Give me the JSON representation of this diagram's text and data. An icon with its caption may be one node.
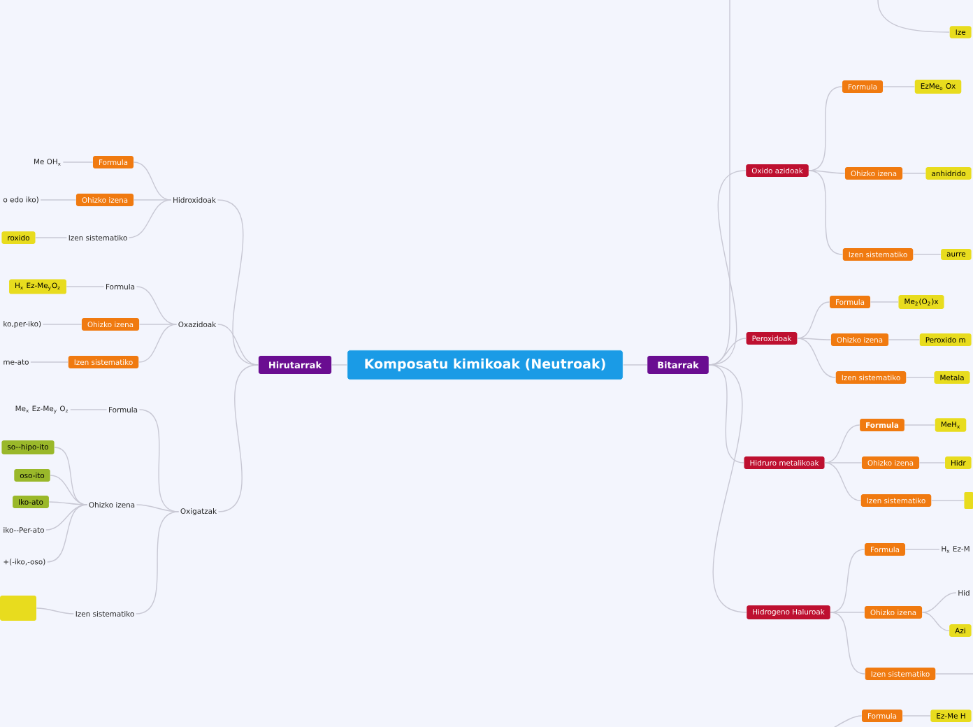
{
  "diagram": {
    "nodes": [
      {
        "text": [
          "Komposatu kimikoak (Neutroak)"
        ]
      },
      {
        "text": [
          "Hirutarrak"
        ]
      },
      {
        "text": [
          "Bitarrak"
        ]
      },
      {
        "text": [
          "Hidroxidoak"
        ]
      },
      {
        "text": [
          "Formula"
        ]
      },
      {
        "text": [
          "Me OH$_{x}$"
        ]
      },
      {
        "text": [
          "Ohizko izena"
        ]
      },
      {
        "text": [
          "o edo iko)"
        ]
      },
      {
        "text": [
          "Izen sistematiko"
        ]
      },
      {
        "text": [
          "roxido"
        ]
      },
      {
        "text": [
          "Oxazidoak"
        ]
      },
      {
        "text": [
          "Formula"
        ]
      },
      {
        "text": [
          "H$_{x}$ Ez-Me$_{y}$O$_{z}$"
        ]
      },
      {
        "text": [
          "Ohizko izena"
        ]
      },
      {
        "text": [
          "ko,per-iko)"
        ]
      },
      {
        "text": [
          "Izen sistematiko"
        ]
      },
      {
        "text": [
          "me-ato"
        ]
      },
      {
        "text": [
          "Oxigatzak"
        ]
      },
      {
        "text": [
          "Formula"
        ]
      },
      {
        "text": [
          "Me$_{x}$ Ez-Me$_{y}$ O$_{z}$"
        ]
      },
      {
        "text": [
          "Ohizko izena"
        ]
      },
      {
        "text": [
          "so--hipo-ito"
        ]
      },
      {
        "text": [
          "oso-ito"
        ]
      },
      {
        "text": [
          "Iko-ato"
        ]
      },
      {
        "text": [
          "iko--Per-ato"
        ]
      },
      {
        "text": [
          "+(-iko,-oso)"
        ]
      },
      {
        "text": [
          "Izen sistematiko"
        ]
      },
      {
        "text": [],
        "shape": "box"
      },
      {
        "text": [
          "Ize"
        ]
      },
      {
        "text": [
          "Oxido azidoak"
        ]
      },
      {
        "text": [
          "Formula"
        ]
      },
      {
        "text": [
          "EzMe$_{o}$ Ox"
        ]
      },
      {
        "text": [
          "Ohizko izena"
        ]
      },
      {
        "text": [
          "anhidrido"
        ]
      },
      {
        "text": [
          "Izen sistematiko"
        ]
      },
      {
        "text": [
          "aurre"
        ]
      },
      {
        "text": [
          "Peroxidoak"
        ]
      },
      {
        "text": [
          "Formula"
        ]
      },
      {
        "text": [
          "Me$_{2}$(O$_{2}$)x"
        ]
      },
      {
        "text": [
          "Ohizko izena"
        ]
      },
      {
        "text": [
          "Peroxido  m"
        ]
      },
      {
        "text": [
          "Izen sistematiko"
        ]
      },
      {
        "text": [
          "Metala"
        ]
      },
      {
        "text": [
          "Hidruro metalikoak"
        ]
      },
      {
        "text": [
          "Formula"
        ]
      },
      {
        "text": [
          "MeH$_{x}$"
        ]
      },
      {
        "text": [
          "Ohizko izena"
        ]
      },
      {
        "text": [
          "Hidr"
        ]
      },
      {
        "text": [
          "Izen sistematiko"
        ]
      },
      {
        "text": [],
        "shape": "box"
      },
      {
        "text": [
          "Hidrogeno Haluroak"
        ]
      },
      {
        "text": [
          "Formula"
        ]
      },
      {
        "text": [
          "H$_{x}$ Ez-M"
        ]
      },
      {
        "text": [
          "Ohizko izena"
        ]
      },
      {
        "text": [
          "Hid"
        ]
      },
      {
        "text": [
          "Azi"
        ]
      },
      {
        "text": [
          "Izen sistematiko"
        ]
      },
      {
        "text": [
          "Formula"
        ]
      },
      {
        "text": [
          "Ez-Me H"
        ]
      }
    ],
    "edges": [
      {
        "from": 0,
        "to": 1,
        "arrow": "none"
      },
      {
        "from": 0,
        "to": 2,
        "arrow": "none"
      },
      {
        "from": 1,
        "to": 3,
        "arrow": "none"
      },
      {
        "from": 1,
        "to": 10,
        "arrow": "none"
      },
      {
        "from": 1,
        "to": 17,
        "arrow": "none"
      },
      {
        "from": 3,
        "to": 4,
        "arrow": "none"
      },
      {
        "from": 3,
        "to": 6,
        "arrow": "none"
      },
      {
        "from": 3,
        "to": 8,
        "arrow": "none"
      },
      {
        "from": 4,
        "to": 5,
        "arrow": "none"
      },
      {
        "from": 6,
        "to": 7,
        "arrow": "none"
      },
      {
        "from": 8,
        "to": 9,
        "arrow": "none"
      },
      {
        "from": 10,
        "to": 11,
        "arrow": "none"
      },
      {
        "from": 10,
        "to": 13,
        "arrow": "none"
      },
      {
        "from": 10,
        "to": 15,
        "arrow": "none"
      },
      {
        "from": 11,
        "to": 12,
        "arrow": "none"
      },
      {
        "from": 13,
        "to": 14,
        "arrow": "none"
      },
      {
        "from": 15,
        "to": 16,
        "arrow": "none"
      },
      {
        "from": 17,
        "to": 18,
        "arrow": "none"
      },
      {
        "from": 17,
        "to": 20,
        "arrow": "none"
      },
      {
        "from": 17,
        "to": 26,
        "arrow": "none"
      },
      {
        "from": 18,
        "to": 19,
        "arrow": "none"
      },
      {
        "from": 20,
        "to": 21,
        "arrow": "none"
      },
      {
        "from": 20,
        "to": 22,
        "arrow": "none"
      },
      {
        "from": 20,
        "to": 23,
        "arrow": "none"
      },
      {
        "from": 20,
        "to": 24,
        "arrow": "none"
      },
      {
        "from": 20,
        "to": 25,
        "arrow": "none"
      },
      {
        "from": 26,
        "to": 27,
        "arrow": "none"
      },
      {
        "from": null,
        "to": 28,
        "arrow": "none"
      },
      {
        "from": 2,
        "to": null,
        "arrow": "none"
      },
      {
        "from": 2,
        "to": 29,
        "arrow": "none"
      },
      {
        "from": 2,
        "to": 36,
        "arrow": "none"
      },
      {
        "from": 2,
        "to": 43,
        "arrow": "none"
      },
      {
        "from": 2,
        "to": 50,
        "arrow": "none"
      },
      {
        "from": 29,
        "to": 30,
        "arrow": "none"
      },
      {
        "from": 29,
        "to": 32,
        "arrow": "none"
      },
      {
        "from": 29,
        "to": 34,
        "arrow": "none"
      },
      {
        "from": 30,
        "to": 31,
        "arrow": "none"
      },
      {
        "from": 32,
        "to": 33,
        "arrow": "none"
      },
      {
        "from": 34,
        "to": 35,
        "arrow": "none"
      },
      {
        "from": 36,
        "to": 37,
        "arrow": "none"
      },
      {
        "from": 36,
        "to": 39,
        "arrow": "none"
      },
      {
        "from": 36,
        "to": 41,
        "arrow": "none"
      },
      {
        "from": 37,
        "to": 38,
        "arrow": "none"
      },
      {
        "from": 39,
        "to": 40,
        "arrow": "none"
      },
      {
        "from": 41,
        "to": 42,
        "arrow": "none"
      },
      {
        "from": 43,
        "to": 44,
        "arrow": "none"
      },
      {
        "from": 43,
        "to": 46,
        "arrow": "none"
      },
      {
        "from": 43,
        "to": 48,
        "arrow": "none"
      },
      {
        "from": 44,
        "to": 45,
        "arrow": "none"
      },
      {
        "from": 46,
        "to": 47,
        "arrow": "none"
      },
      {
        "from": 48,
        "to": 49,
        "arrow": "none"
      },
      {
        "from": 50,
        "to": 51,
        "arrow": "none"
      },
      {
        "from": 50,
        "to": 53,
        "arrow": "none"
      },
      {
        "from": 50,
        "to": 56,
        "arrow": "none"
      },
      {
        "from": 51,
        "to": 52,
        "arrow": "none"
      },
      {
        "from": 53,
        "to": 54,
        "arrow": "none"
      },
      {
        "from": 53,
        "to": 55,
        "arrow": "none"
      },
      {
        "from": 56,
        "to": null,
        "arrow": "none"
      },
      {
        "from": null,
        "to": 57,
        "arrow": "none"
      },
      {
        "from": 57,
        "to": 58,
        "arrow": "none"
      }
    ]
  }
}
